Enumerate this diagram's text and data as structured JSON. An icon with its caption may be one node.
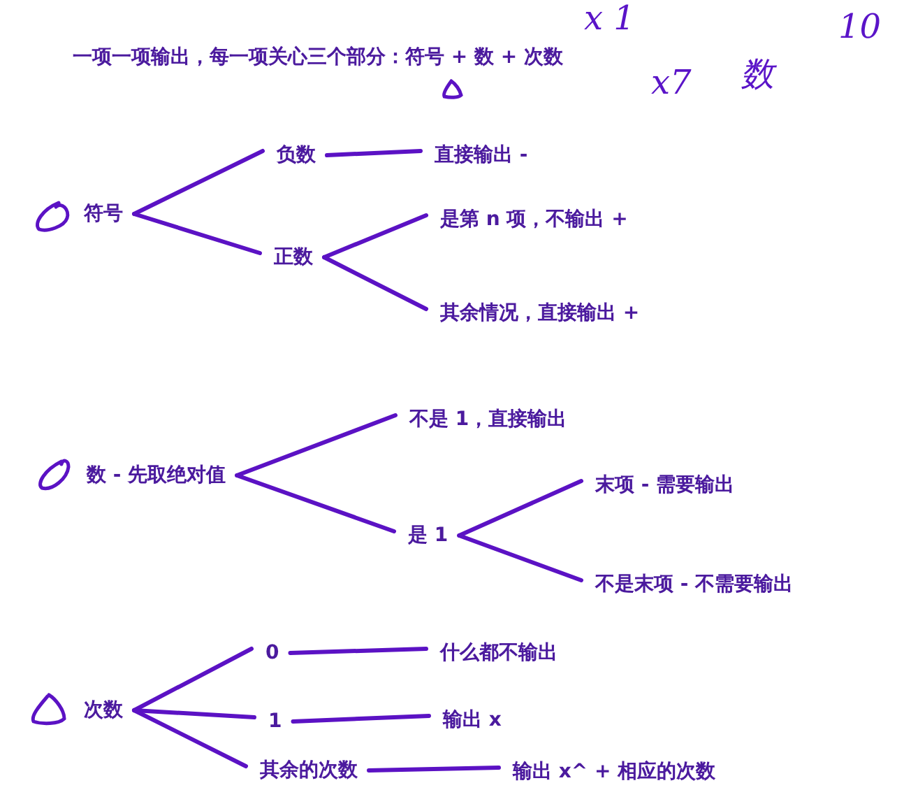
{
  "diagram": {
    "title": "一项一项输出，每一项关心三个部分：符号 + 数 + 次数",
    "nodes": [
      {
        "text": [
          "符号"
        ]
      },
      {
        "text": [
          "负数"
        ]
      },
      {
        "text": [
          "正数"
        ]
      },
      {
        "text": [
          "直接输出 -"
        ]
      },
      {
        "text": [
          "是第 n 项，不输出 +"
        ]
      },
      {
        "text": [
          "其余情况，直接输出 +"
        ]
      },
      {
        "text": [
          "数 - 先取绝对值"
        ]
      },
      {
        "text": [
          "不是 1，直接输出"
        ]
      },
      {
        "text": [
          "是 1"
        ]
      },
      {
        "text": [
          "末项 - 需要输出"
        ]
      },
      {
        "text": [
          "不是末项 - 不需要输出"
        ]
      },
      {
        "text": [
          "次数"
        ]
      },
      {
        "text": [
          "0"
        ]
      },
      {
        "text": [
          "1"
        ]
      },
      {
        "text": [
          "其余的次数"
        ]
      },
      {
        "text": [
          "什么都不输出"
        ]
      },
      {
        "text": [
          "输出 x"
        ]
      },
      {
        "text": [
          "输出 x^ + 相应的次数"
        ]
      }
    ],
    "edges": [
      {
        "from": 0,
        "to": 1,
        "arrow": "none"
      },
      {
        "from": 0,
        "to": 2,
        "arrow": "none"
      },
      {
        "from": 1,
        "to": 3,
        "arrow": "none"
      },
      {
        "from": 2,
        "to": 4,
        "arrow": "none"
      },
      {
        "from": 2,
        "to": 5,
        "arrow": "none"
      },
      {
        "from": 6,
        "to": 7,
        "arrow": "none"
      },
      {
        "from": 6,
        "to": 8,
        "arrow": "none"
      },
      {
        "from": 8,
        "to": 9,
        "arrow": "none"
      },
      {
        "from": 8,
        "to": 10,
        "arrow": "none"
      },
      {
        "from": 11,
        "to": 12,
        "arrow": "none"
      },
      {
        "from": 11,
        "to": 13,
        "arrow": "none"
      },
      {
        "from": 11,
        "to": 14,
        "arrow": "none"
      },
      {
        "from": 12,
        "to": 15,
        "arrow": "none"
      },
      {
        "from": 13,
        "to": 16,
        "arrow": "none"
      },
      {
        "from": 14,
        "to": 17,
        "arrow": "none"
      }
    ],
    "labels": [
      "x 1",
      "10",
      "x7",
      "数"
    ]
  }
}
